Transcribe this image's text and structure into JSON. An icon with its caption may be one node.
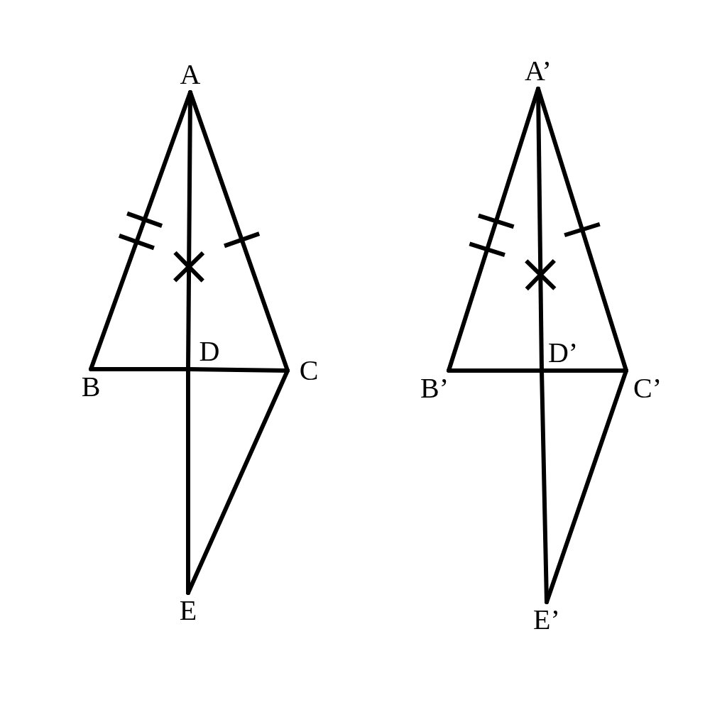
{
  "diagram": {
    "nodes": [
      {
        "text": [
          "A"
        ]
      },
      {
        "text": [
          "B"
        ]
      },
      {
        "text": [
          "C"
        ]
      },
      {
        "text": [
          "D"
        ]
      },
      {
        "text": [
          "E"
        ]
      },
      {
        "text": [
          "A’"
        ]
      },
      {
        "text": [
          "B’"
        ]
      },
      {
        "text": [
          "C’"
        ]
      },
      {
        "text": [
          "D’"
        ]
      },
      {
        "text": [
          "E’"
        ]
      }
    ],
    "edges": [
      {
        "from": 0,
        "to": 1,
        "arrow": "none"
      },
      {
        "from": 0,
        "to": 2,
        "arrow": "none"
      },
      {
        "from": 0,
        "to": 3,
        "arrow": "none"
      },
      {
        "from": 1,
        "to": 3,
        "arrow": "none"
      },
      {
        "from": 3,
        "to": 2,
        "arrow": "none"
      },
      {
        "from": 3,
        "to": 4,
        "arrow": "none"
      },
      {
        "from": 2,
        "to": 4,
        "arrow": "none"
      },
      {
        "from": 5,
        "to": 6,
        "arrow": "none"
      },
      {
        "from": 5,
        "to": 7,
        "arrow": "none"
      },
      {
        "from": 5,
        "to": 8,
        "arrow": "none"
      },
      {
        "from": 6,
        "to": 8,
        "arrow": "none"
      },
      {
        "from": 8,
        "to": 7,
        "arrow": "none"
      },
      {
        "from": 8,
        "to": 9,
        "arrow": "none"
      },
      {
        "from": 7,
        "to": 9,
        "arrow": "none"
      }
    ]
  }
}
